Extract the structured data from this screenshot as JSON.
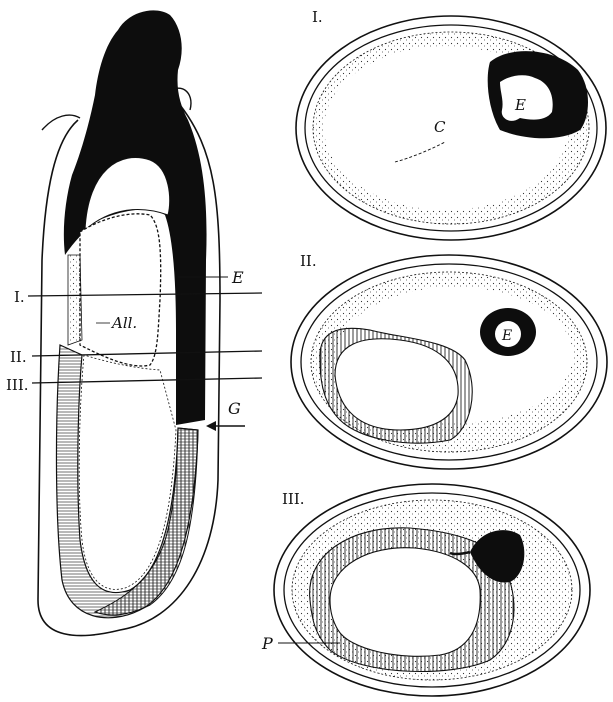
{
  "figure": {
    "longitudinal": {
      "section_markers": [
        "I.",
        "II.",
        "III."
      ],
      "labels": {
        "E": "E",
        "All": "All.",
        "G": "G"
      }
    },
    "sections": [
      {
        "numeral": "I.",
        "labels": [
          "C",
          "E"
        ]
      },
      {
        "numeral": "II.",
        "labels": [
          "E"
        ]
      },
      {
        "numeral": "III.",
        "labels": [
          "P"
        ]
      }
    ]
  }
}
